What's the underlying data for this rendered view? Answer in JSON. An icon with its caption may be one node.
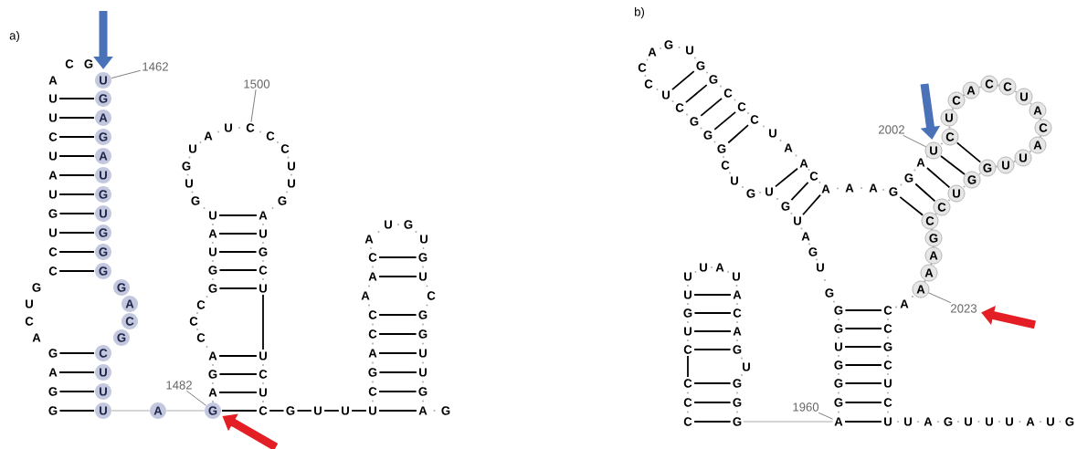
{
  "diagram": {
    "nodes": [
      {
        "text": [
          "G"
        ]
      },
      {
        "text": [
          "G"
        ]
      },
      {
        "text": [
          "A"
        ]
      },
      {
        "text": [
          "G"
        ]
      },
      {
        "text": [
          "A"
        ]
      },
      {
        "text": [
          "C"
        ]
      },
      {
        "text": [
          "U"
        ]
      },
      {
        "text": [
          "G"
        ]
      },
      {
        "text": [
          "C"
        ]
      },
      {
        "text": [
          "C"
        ]
      },
      {
        "text": [
          "U"
        ]
      },
      {
        "text": [
          "G"
        ]
      },
      {
        "text": [
          "U"
        ]
      },
      {
        "text": [
          "A"
        ]
      },
      {
        "text": [
          "U"
        ]
      },
      {
        "text": [
          "C"
        ]
      },
      {
        "text": [
          "U"
        ]
      },
      {
        "text": [
          "U"
        ]
      },
      {
        "text": [
          "A"
        ]
      },
      {
        "text": [
          "C"
        ]
      },
      {
        "text": [
          "G"
        ]
      },
      {
        "text": [
          "U"
        ]
      },
      {
        "text": [
          "G"
        ]
      },
      {
        "text": [
          "A"
        ]
      },
      {
        "text": [
          "G"
        ]
      },
      {
        "text": [
          "A"
        ]
      },
      {
        "text": [
          "U"
        ]
      },
      {
        "text": [
          "G"
        ]
      },
      {
        "text": [
          "U"
        ]
      },
      {
        "text": [
          "G"
        ]
      },
      {
        "text": [
          "G"
        ]
      },
      {
        "text": [
          "G"
        ]
      },
      {
        "text": [
          "G"
        ]
      },
      {
        "text": [
          "A"
        ]
      },
      {
        "text": [
          "C"
        ]
      },
      {
        "text": [
          "G"
        ]
      },
      {
        "text": [
          "C"
        ]
      },
      {
        "text": [
          "U"
        ]
      },
      {
        "text": [
          "U"
        ]
      },
      {
        "text": [
          "U"
        ]
      },
      {
        "text": [
          "A"
        ]
      },
      {
        "text": [
          "G"
        ]
      },
      {
        "text": [
          "A"
        ]
      },
      {
        "text": [
          "G"
        ]
      },
      {
        "text": [
          "A"
        ]
      },
      {
        "text": [
          "C"
        ]
      },
      {
        "text": [
          "C"
        ]
      },
      {
        "text": [
          "C"
        ]
      },
      {
        "text": [
          "G"
        ]
      },
      {
        "text": [
          "G"
        ]
      },
      {
        "text": [
          "U"
        ]
      },
      {
        "text": [
          "A"
        ]
      },
      {
        "text": [
          "U"
        ]
      },
      {
        "text": [
          "G"
        ]
      },
      {
        "text": [
          "U"
        ]
      },
      {
        "text": [
          "G"
        ]
      },
      {
        "text": [
          "U"
        ]
      },
      {
        "text": [
          "A"
        ]
      },
      {
        "text": [
          "U"
        ]
      },
      {
        "text": [
          "C"
        ]
      },
      {
        "text": [
          "C"
        ]
      },
      {
        "text": [
          "C"
        ]
      },
      {
        "text": [
          "U"
        ]
      },
      {
        "text": [
          "U"
        ]
      },
      {
        "text": [
          "G"
        ]
      },
      {
        "text": [
          "A"
        ]
      },
      {
        "text": [
          "U"
        ]
      },
      {
        "text": [
          "G"
        ]
      },
      {
        "text": [
          "C"
        ]
      },
      {
        "text": [
          "U"
        ]
      },
      {
        "text": [
          "U"
        ]
      },
      {
        "text": [
          "C"
        ]
      },
      {
        "text": [
          "U"
        ]
      },
      {
        "text": [
          "C"
        ]
      },
      {
        "text": [
          "G"
        ]
      },
      {
        "text": [
          "U"
        ]
      },
      {
        "text": [
          "U"
        ]
      },
      {
        "text": [
          "U"
        ]
      },
      {
        "text": [
          "C"
        ]
      },
      {
        "text": [
          "G"
        ]
      },
      {
        "text": [
          "A"
        ]
      },
      {
        "text": [
          "C"
        ]
      },
      {
        "text": [
          "C"
        ]
      },
      {
        "text": [
          "A"
        ]
      },
      {
        "text": [
          "A"
        ]
      },
      {
        "text": [
          "C"
        ]
      },
      {
        "text": [
          "A"
        ]
      },
      {
        "text": [
          "U"
        ]
      },
      {
        "text": [
          "G"
        ]
      },
      {
        "text": [
          "U"
        ]
      },
      {
        "text": [
          "G"
        ]
      },
      {
        "text": [
          "U"
        ]
      },
      {
        "text": [
          "C"
        ]
      },
      {
        "text": [
          "G"
        ]
      },
      {
        "text": [
          "G"
        ]
      },
      {
        "text": [
          "U"
        ]
      },
      {
        "text": [
          "U"
        ]
      },
      {
        "text": [
          "G"
        ]
      },
      {
        "text": [
          "A"
        ]
      },
      {
        "text": [
          "G"
        ]
      },
      {
        "text": [
          "C"
        ]
      },
      {
        "text": [
          "C"
        ]
      },
      {
        "text": [
          "C"
        ]
      },
      {
        "text": [
          "C"
        ]
      },
      {
        "text": [
          "U"
        ]
      },
      {
        "text": [
          "G"
        ]
      },
      {
        "text": [
          "U"
        ]
      },
      {
        "text": [
          "U"
        ]
      },
      {
        "text": [
          "U"
        ]
      },
      {
        "text": [
          "A"
        ]
      },
      {
        "text": [
          "U"
        ]
      },
      {
        "text": [
          "A"
        ]
      },
      {
        "text": [
          "C"
        ]
      },
      {
        "text": [
          "A"
        ]
      },
      {
        "text": [
          "G"
        ]
      },
      {
        "text": [
          "U"
        ]
      },
      {
        "text": [
          "G"
        ]
      },
      {
        "text": [
          "G"
        ]
      },
      {
        "text": [
          "G"
        ]
      },
      {
        "text": [
          "A"
        ]
      },
      {
        "text": [
          "G"
        ]
      },
      {
        "text": [
          "G"
        ]
      },
      {
        "text": [
          "G"
        ]
      },
      {
        "text": [
          "U"
        ]
      },
      {
        "text": [
          "G"
        ]
      },
      {
        "text": [
          "G"
        ]
      },
      {
        "text": [
          "G"
        ]
      },
      {
        "text": [
          "U"
        ]
      },
      {
        "text": [
          "G"
        ]
      },
      {
        "text": [
          "A"
        ]
      },
      {
        "text": [
          "U"
        ]
      },
      {
        "text": [
          "G"
        ]
      },
      {
        "text": [
          "U"
        ]
      },
      {
        "text": [
          "G"
        ]
      },
      {
        "text": [
          "U"
        ]
      },
      {
        "text": [
          "C"
        ]
      },
      {
        "text": [
          "G"
        ]
      },
      {
        "text": [
          "G"
        ]
      },
      {
        "text": [
          "G"
        ]
      },
      {
        "text": [
          "C"
        ]
      },
      {
        "text": [
          "U"
        ]
      },
      {
        "text": [
          "C"
        ]
      },
      {
        "text": [
          "C"
        ]
      },
      {
        "text": [
          "A"
        ]
      },
      {
        "text": [
          "G"
        ]
      },
      {
        "text": [
          "U"
        ]
      },
      {
        "text": [
          "G"
        ]
      },
      {
        "text": [
          "G"
        ]
      },
      {
        "text": [
          "C"
        ]
      },
      {
        "text": [
          "C"
        ]
      },
      {
        "text": [
          "C"
        ]
      },
      {
        "text": [
          "U"
        ]
      },
      {
        "text": [
          "A"
        ]
      },
      {
        "text": [
          "A"
        ]
      },
      {
        "text": [
          "C"
        ]
      },
      {
        "text": [
          "A"
        ]
      },
      {
        "text": [
          "A"
        ]
      },
      {
        "text": [
          "A"
        ]
      },
      {
        "text": [
          "G"
        ]
      },
      {
        "text": [
          "G"
        ]
      },
      {
        "text": [
          "A"
        ]
      },
      {
        "text": [
          "U"
        ]
      },
      {
        "text": [
          "C"
        ]
      },
      {
        "text": [
          "U"
        ]
      },
      {
        "text": [
          "C"
        ]
      },
      {
        "text": [
          "A"
        ]
      },
      {
        "text": [
          "C"
        ]
      },
      {
        "text": [
          "C"
        ]
      },
      {
        "text": [
          "U"
        ]
      },
      {
        "text": [
          "A"
        ]
      },
      {
        "text": [
          "C"
        ]
      },
      {
        "text": [
          "A"
        ]
      },
      {
        "text": [
          "U"
        ]
      },
      {
        "text": [
          "U"
        ]
      },
      {
        "text": [
          "G"
        ]
      },
      {
        "text": [
          "G"
        ]
      },
      {
        "text": [
          "U"
        ]
      },
      {
        "text": [
          "C"
        ]
      },
      {
        "text": [
          "C"
        ]
      },
      {
        "text": [
          "G"
        ]
      },
      {
        "text": [
          "A"
        ]
      },
      {
        "text": [
          "A"
        ]
      },
      {
        "text": [
          "A"
        ]
      },
      {
        "text": [
          "A"
        ]
      },
      {
        "text": [
          "C"
        ]
      },
      {
        "text": [
          "C"
        ]
      },
      {
        "text": [
          "G"
        ]
      },
      {
        "text": [
          "C"
        ]
      },
      {
        "text": [
          "U"
        ]
      },
      {
        "text": [
          "C"
        ]
      },
      {
        "text": [
          "U"
        ]
      },
      {
        "text": [
          "U"
        ]
      },
      {
        "text": [
          "A"
        ]
      },
      {
        "text": [
          "G"
        ]
      },
      {
        "text": [
          "U"
        ]
      },
      {
        "text": [
          "U"
        ]
      },
      {
        "text": [
          "U"
        ]
      },
      {
        "text": [
          "A"
        ]
      },
      {
        "text": [
          "U"
        ]
      },
      {
        "text": [
          "G"
        ]
      },
      {
        "text": [
          "1462"
        ]
      },
      {
        "text": [
          "1500"
        ]
      },
      {
        "text": [
          "1482"
        ]
      },
      {
        "text": [
          "2002"
        ]
      },
      {
        "text": [
          "1960"
        ]
      },
      {
        "text": [
          "2023"
        ]
      }
    ],
    "edges": [
      {
        "from": 17,
        "to": 22,
        "arrow": "none"
      },
      {
        "from": 16,
        "to": 23,
        "arrow": "none"
      },
      {
        "from": 15,
        "to": 24,
        "arrow": "none"
      },
      {
        "from": 14,
        "to": 25,
        "arrow": "none"
      },
      {
        "from": 13,
        "to": 26,
        "arrow": "none"
      },
      {
        "from": 12,
        "to": 27,
        "arrow": "none"
      },
      {
        "from": 11,
        "to": 28,
        "arrow": "none"
      },
      {
        "from": 10,
        "to": 29,
        "arrow": "none"
      },
      {
        "from": 9,
        "to": 30,
        "arrow": "none"
      },
      {
        "from": 8,
        "to": 31,
        "arrow": "none"
      },
      {
        "from": 3,
        "to": 36,
        "arrow": "none"
      },
      {
        "from": 2,
        "to": 37,
        "arrow": "none"
      },
      {
        "from": 1,
        "to": 38,
        "arrow": "none"
      },
      {
        "from": 0,
        "to": 39,
        "arrow": "none"
      },
      {
        "from": 39,
        "to": 40,
        "arrow": "none",
        "color": "#999999"
      },
      {
        "from": 40,
        "to": 41,
        "arrow": "none",
        "color": "#999999"
      },
      {
        "from": 41,
        "to": 73,
        "arrow": "none"
      },
      {
        "from": 42,
        "to": 72,
        "arrow": "none"
      },
      {
        "from": 43,
        "to": 71,
        "arrow": "none"
      },
      {
        "from": 44,
        "to": 70,
        "arrow": "none"
      },
      {
        "from": 48,
        "to": 69,
        "arrow": "none"
      },
      {
        "from": 49,
        "to": 68,
        "arrow": "none"
      },
      {
        "from": 50,
        "to": 67,
        "arrow": "none"
      },
      {
        "from": 51,
        "to": 66,
        "arrow": "none"
      },
      {
        "from": 52,
        "to": 65,
        "arrow": "none"
      },
      {
        "from": 69,
        "to": 70,
        "arrow": "none"
      },
      {
        "from": 73,
        "to": 74,
        "arrow": "none"
      },
      {
        "from": 74,
        "to": 75,
        "arrow": "none"
      },
      {
        "from": 75,
        "to": 76,
        "arrow": "none"
      },
      {
        "from": 76,
        "to": 77,
        "arrow": "none"
      },
      {
        "from": 77,
        "to": 98,
        "arrow": "none"
      },
      {
        "from": 78,
        "to": 97,
        "arrow": "none"
      },
      {
        "from": 79,
        "to": 96,
        "arrow": "none"
      },
      {
        "from": 80,
        "to": 95,
        "arrow": "none"
      },
      {
        "from": 81,
        "to": 94,
        "arrow": "none"
      },
      {
        "from": 82,
        "to": 93,
        "arrow": "none"
      },
      {
        "from": 84,
        "to": 91,
        "arrow": "none"
      },
      {
        "from": 85,
        "to": 90,
        "arrow": "none"
      },
      {
        "from": 100,
        "to": 118,
        "arrow": "none"
      },
      {
        "from": 101,
        "to": 117,
        "arrow": "none"
      },
      {
        "from": 102,
        "to": 116,
        "arrow": "none"
      },
      {
        "from": 103,
        "to": 114,
        "arrow": "none"
      },
      {
        "from": 104,
        "to": 113,
        "arrow": "none"
      },
      {
        "from": 105,
        "to": 112,
        "arrow": "none"
      },
      {
        "from": 106,
        "to": 111,
        "arrow": "none"
      },
      {
        "from": 102,
        "to": 103,
        "arrow": "none"
      },
      {
        "from": 118,
        "to": 119,
        "arrow": "none",
        "color": "#999999"
      },
      {
        "from": 119,
        "to": 190,
        "arrow": "none"
      },
      {
        "from": 120,
        "to": 189,
        "arrow": "none"
      },
      {
        "from": 121,
        "to": 188,
        "arrow": "none"
      },
      {
        "from": 122,
        "to": 187,
        "arrow": "none"
      },
      {
        "from": 123,
        "to": 186,
        "arrow": "none"
      },
      {
        "from": 124,
        "to": 185,
        "arrow": "none"
      },
      {
        "from": 125,
        "to": 184,
        "arrow": "none"
      },
      {
        "from": 140,
        "to": 146,
        "arrow": "none"
      },
      {
        "from": 139,
        "to": 147,
        "arrow": "none"
      },
      {
        "from": 138,
        "to": 148,
        "arrow": "none"
      },
      {
        "from": 137,
        "to": 149,
        "arrow": "none"
      },
      {
        "from": 136,
        "to": 150,
        "arrow": "none"
      },
      {
        "from": 132,
        "to": 153,
        "arrow": "none"
      },
      {
        "from": 131,
        "to": 154,
        "arrow": "none"
      },
      {
        "from": 130,
        "to": 155,
        "arrow": "none"
      },
      {
        "from": 158,
        "to": 178,
        "arrow": "none"
      },
      {
        "from": 159,
        "to": 177,
        "arrow": "none"
      },
      {
        "from": 160,
        "to": 176,
        "arrow": "none"
      },
      {
        "from": 161,
        "to": 175,
        "arrow": "none"
      },
      {
        "from": 162,
        "to": 174,
        "arrow": "none"
      },
      {
        "from": 200,
        "to": 21,
        "arrow": "none",
        "color": "#666666"
      },
      {
        "from": 201,
        "to": 59,
        "arrow": "none",
        "color": "#666666"
      },
      {
        "from": 202,
        "to": 41,
        "arrow": "none",
        "color": "#666666"
      },
      {
        "from": 203,
        "to": 161,
        "arrow": "none",
        "color": "#666666"
      },
      {
        "from": 204,
        "to": 119,
        "arrow": "none",
        "color": "#666666"
      },
      {
        "from": 205,
        "to": 182,
        "arrow": "none",
        "color": "#666666"
      },
      {
        "from": null,
        "to": 21,
        "arrow": "to",
        "style": "thick",
        "color": "#4a72b8"
      },
      {
        "from": null,
        "to": 41,
        "arrow": "to",
        "style": "thick",
        "color": "#e31e24"
      },
      {
        "from": null,
        "to": 161,
        "arrow": "to",
        "style": "thick",
        "color": "#4a72b8"
      },
      {
        "from": null,
        "to": 205,
        "arrow": "to",
        "style": "thick",
        "color": "#e31e24"
      }
    ],
    "labels": [
      "a)",
      "b)"
    ]
  }
}
